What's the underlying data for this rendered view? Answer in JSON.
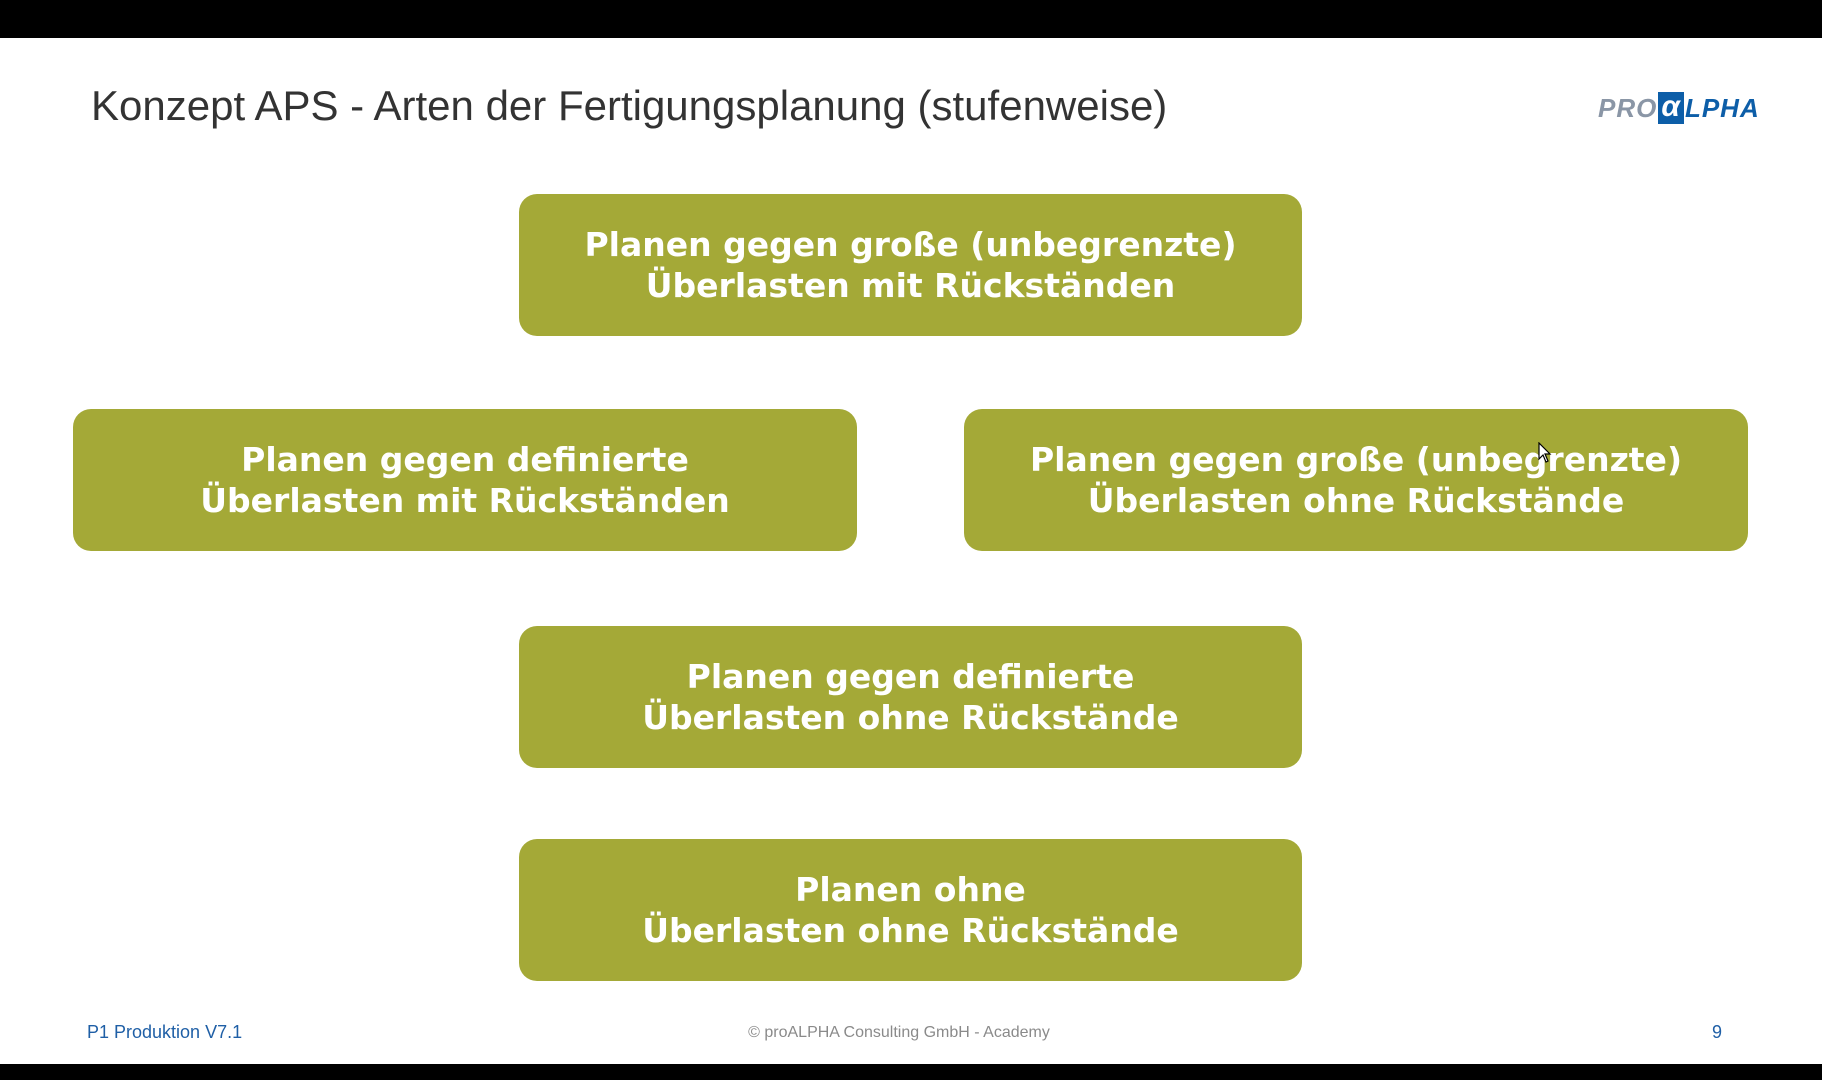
{
  "slide": {
    "title": "Konzept APS - Arten der Fertigungsplanung (stufenweise)",
    "logo": {
      "pro": "PRO",
      "alpha": "α",
      "lpha": "LPHA",
      "brand_color": "#0d5ea8"
    },
    "boxes": [
      {
        "line1": "Planen gegen große (unbegrenzte)",
        "line2": "Überlasten mit Rückständen"
      },
      {
        "line1": "Planen gegen definierte",
        "line2": "Überlasten mit Rückständen"
      },
      {
        "line1": "Planen gegen große (unbegrenzte)",
        "line2": "Überlasten ohne Rückstände"
      },
      {
        "line1": "Planen gegen definierte",
        "line2": "Überlasten ohne Rückstände"
      },
      {
        "line1": "Planen ohne",
        "line2": "Überlasten ohne Rückstände"
      }
    ],
    "box_color": "#a4a937",
    "footer": {
      "left": "P1 Produktion V7.1",
      "center": "© proALPHA Consulting GmbH - Academy",
      "page_number": "9"
    }
  },
  "cursor_icon": "mouse-pointer-icon"
}
